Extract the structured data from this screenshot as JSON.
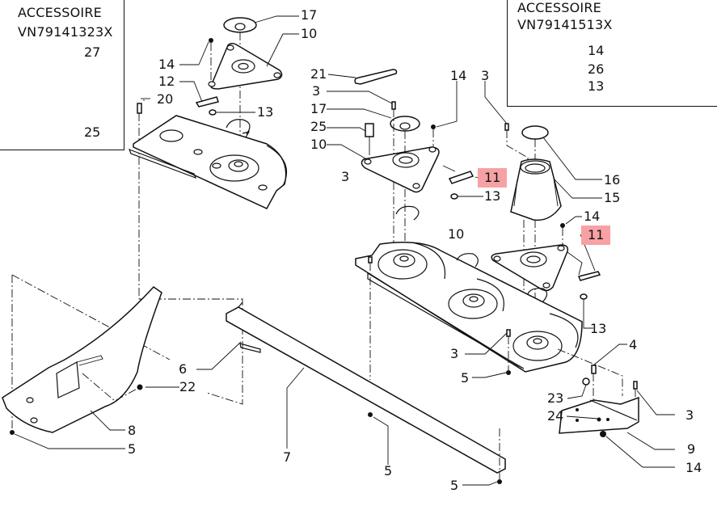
{
  "diagram": {
    "type": "exploded-parts-view",
    "accessory_boxes": [
      {
        "title": "ACCESSOIRE",
        "ref": "VN79141323X",
        "callouts": [
          "27",
          "25"
        ]
      },
      {
        "title": "ACCESSOIRE",
        "ref": "VN79141513X",
        "callouts": [
          "14",
          "26",
          "13"
        ]
      }
    ],
    "callouts": {
      "c17a": "17",
      "c10a": "10",
      "c14a": "14",
      "c12": "12",
      "c20": "20",
      "c13a": "13",
      "c21": "21",
      "c3a": "3",
      "c17b": "17",
      "c25b": "25",
      "c10b": "10",
      "c14b": "14",
      "c3b": "3",
      "c11a": "11",
      "c13b": "13",
      "c3c": "3",
      "c16": "16",
      "c15": "15",
      "c14c": "14",
      "c11b": "11",
      "c10c": "10",
      "c13c": "13",
      "c3d": "3",
      "c4": "4",
      "c5a": "5",
      "c23": "23",
      "c3e": "3",
      "c24": "24",
      "c9": "9",
      "c14d": "14",
      "c6": "6",
      "c22": "22",
      "c8": "8",
      "c5b": "5",
      "c7": "7",
      "c5c": "5",
      "c5d": "5"
    },
    "highlighted_parts": [
      "11"
    ],
    "highlight_color": "#f7a1a4"
  }
}
